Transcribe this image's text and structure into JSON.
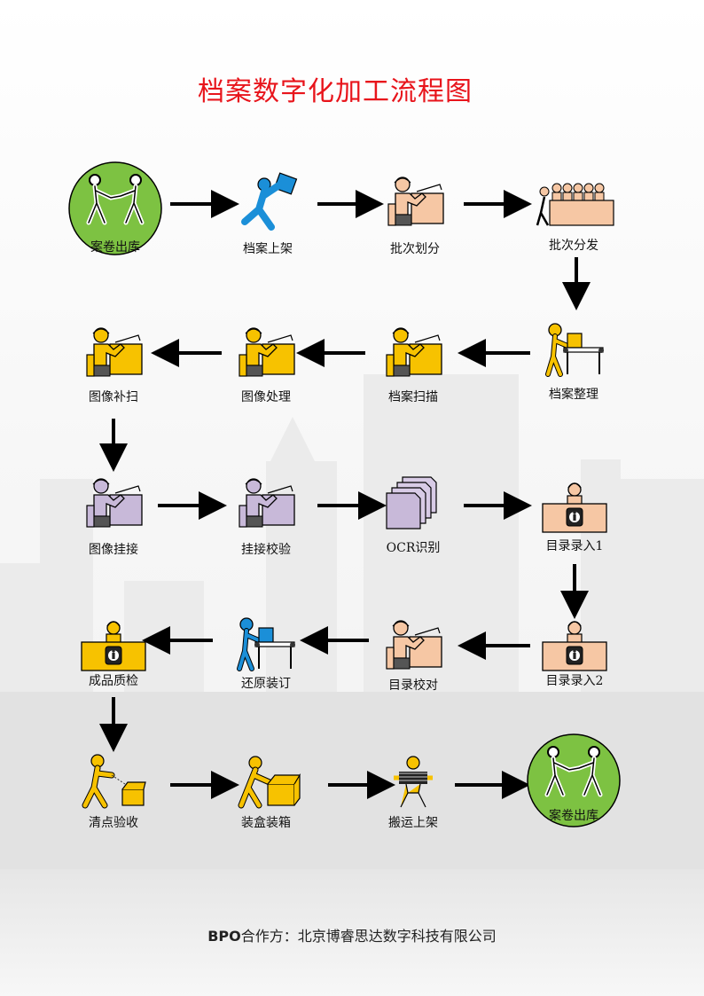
{
  "title": "档案数字化加工流程图",
  "steps": [
    {
      "label": "案卷出库",
      "icon": "handover-icon"
    },
    {
      "label": "档案上架",
      "icon": "carry-box-icon"
    },
    {
      "label": "批次划分",
      "icon": "desk-worker-icon"
    },
    {
      "label": "批次分发",
      "icon": "group-distribute-icon"
    },
    {
      "label": "档案整理",
      "icon": "workbench-icon"
    },
    {
      "label": "档案扫描",
      "icon": "scanner-worker-icon"
    },
    {
      "label": "图像处理",
      "icon": "scanner-worker-icon"
    },
    {
      "label": "图像补扫",
      "icon": "scanner-worker-icon"
    },
    {
      "label": "图像挂接",
      "icon": "desk-worker-icon"
    },
    {
      "label": "挂接校验",
      "icon": "desk-worker-icon"
    },
    {
      "label": "OCR识别",
      "icon": "documents-icon"
    },
    {
      "label": "目录录入1",
      "icon": "operator-desk-icon"
    },
    {
      "label": "目录录入2",
      "icon": "operator-desk-icon"
    },
    {
      "label": "目录校对",
      "icon": "desk-worker-icon"
    },
    {
      "label": "还原装订",
      "icon": "workbench-icon"
    },
    {
      "label": "成品质检",
      "icon": "operator-desk-icon"
    },
    {
      "label": "清点验收",
      "icon": "inspect-box-icon"
    },
    {
      "label": "装盒装箱",
      "icon": "packing-box-icon"
    },
    {
      "label": "搬运上架",
      "icon": "carry-stack-icon"
    },
    {
      "label": "案卷出库",
      "icon": "handover-icon"
    }
  ],
  "footer": {
    "bold": "BPO",
    "text": "合作方：北京博睿思达数字科技有限公司"
  },
  "colors": {
    "title": "#e8141b",
    "circle_fill": "#7dc242",
    "blue_worker": "#1b8fd8",
    "peach": "#f6c7a4",
    "gold": "#f7c200",
    "lavender": "#c8b9d9",
    "arrow": "#000000"
  }
}
